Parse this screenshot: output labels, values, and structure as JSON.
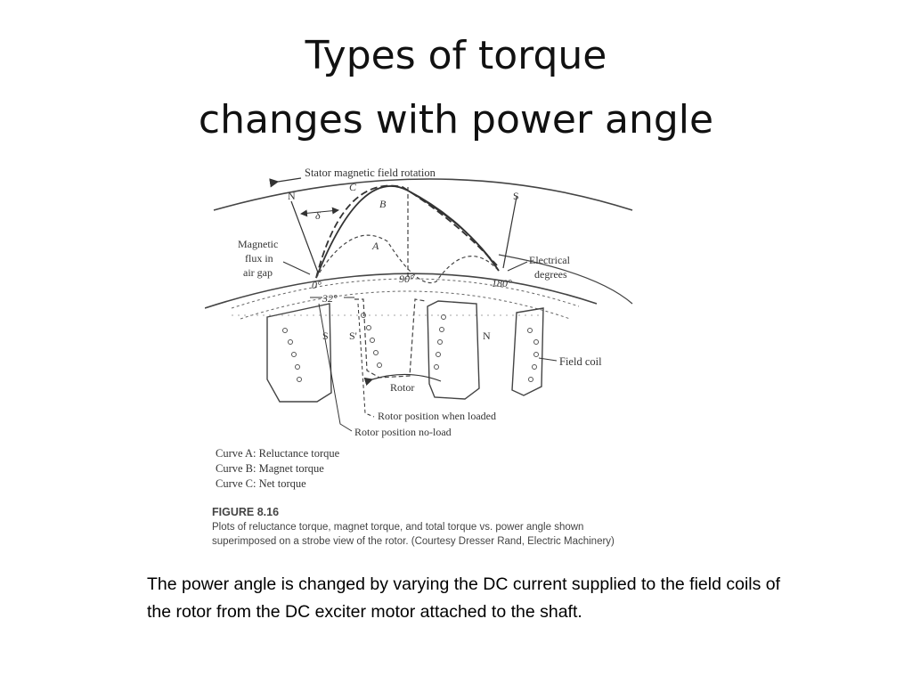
{
  "slide": {
    "title_line1": "Types of torque",
    "title_line2": "changes with power angle",
    "body": "The power angle is changed by varying the DC current supplied to the field coils of the rotor from the DC exciter motor attached to the shaft."
  },
  "figure": {
    "stator_rotation": "Stator magnetic field rotation",
    "pole_n": "N",
    "pole_s": "S",
    "delta": "δ",
    "curve_c": "C",
    "curve_b": "B",
    "curve_a": "A",
    "flux_l1": "Magnetic",
    "flux_l2": "flux in",
    "flux_l3": "air gap",
    "elec_l1": "Electrical",
    "elec_l2": "degrees",
    "deg_0": "0°",
    "deg_90": "90°",
    "deg_180": "180°",
    "deg_32": "32°",
    "rotor_s": "S",
    "rotor_s_prime": "S'",
    "rotor_n": "N",
    "field_coil": "Field coil",
    "rotor": "Rotor",
    "rotor_loaded": "Rotor position when loaded",
    "rotor_noload": "Rotor position no-load",
    "legend_a": "Curve A: Reluctance torque",
    "legend_b": "Curve B: Magnet torque",
    "legend_c": "Curve C: Net torque",
    "fig_label": "FIGURE 8.16",
    "caption_l1": "Plots of reluctance torque, magnet torque, and total torque vs. power angle shown",
    "caption_l2": "superimposed on a strobe view of the rotor. (Courtesy Dresser Rand, Electric Machinery)"
  }
}
